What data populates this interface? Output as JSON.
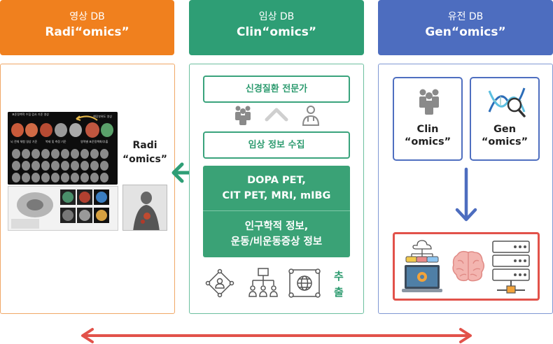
{
  "columns": {
    "imaging": {
      "sub": "영상 DB",
      "title": "Radi“omics”",
      "color": "#f0801e"
    },
    "clinical": {
      "sub": "임상 DB",
      "title": "Clin“omics”",
      "color": "#2e9e75"
    },
    "genetic": {
      "sub": "유전 DB",
      "title": "Gen“omics”",
      "color": "#4d6dbf"
    }
  },
  "imaging_panel": {
    "label_line1": "Radi",
    "label_line2": "“omics”",
    "scan_top_left": "표준정책적 수집 검사 기준 영상",
    "scan_top_right": "해당부위도 영상",
    "scan_mid_left": "뇌 전체 체험 영상 기준",
    "scan_mid_center": "복제 및 측정 기준",
    "scan_mid_right": "영역별 표준정책화/추출"
  },
  "clinical_panel": {
    "expert_label": "신경질환 전문가",
    "collect_label": "임상 정보 수집",
    "pet_line1": "DOPA PET,",
    "pet_line2": "CIT PET, MRI, mIBG",
    "info_line1": "인구학적 정보,",
    "info_line2": "운동/비운동증상 정보",
    "extract_char1": "추",
    "extract_char2": "출"
  },
  "genetic_panel": {
    "clin_line1": "Clin",
    "clin_line2": "“omics”",
    "gen_line1": "Gen",
    "gen_line2": "“omics”"
  },
  "colors": {
    "orange": "#f0801e",
    "green": "#2e9e75",
    "blue": "#4d6dbf",
    "red": "#e2524a"
  }
}
